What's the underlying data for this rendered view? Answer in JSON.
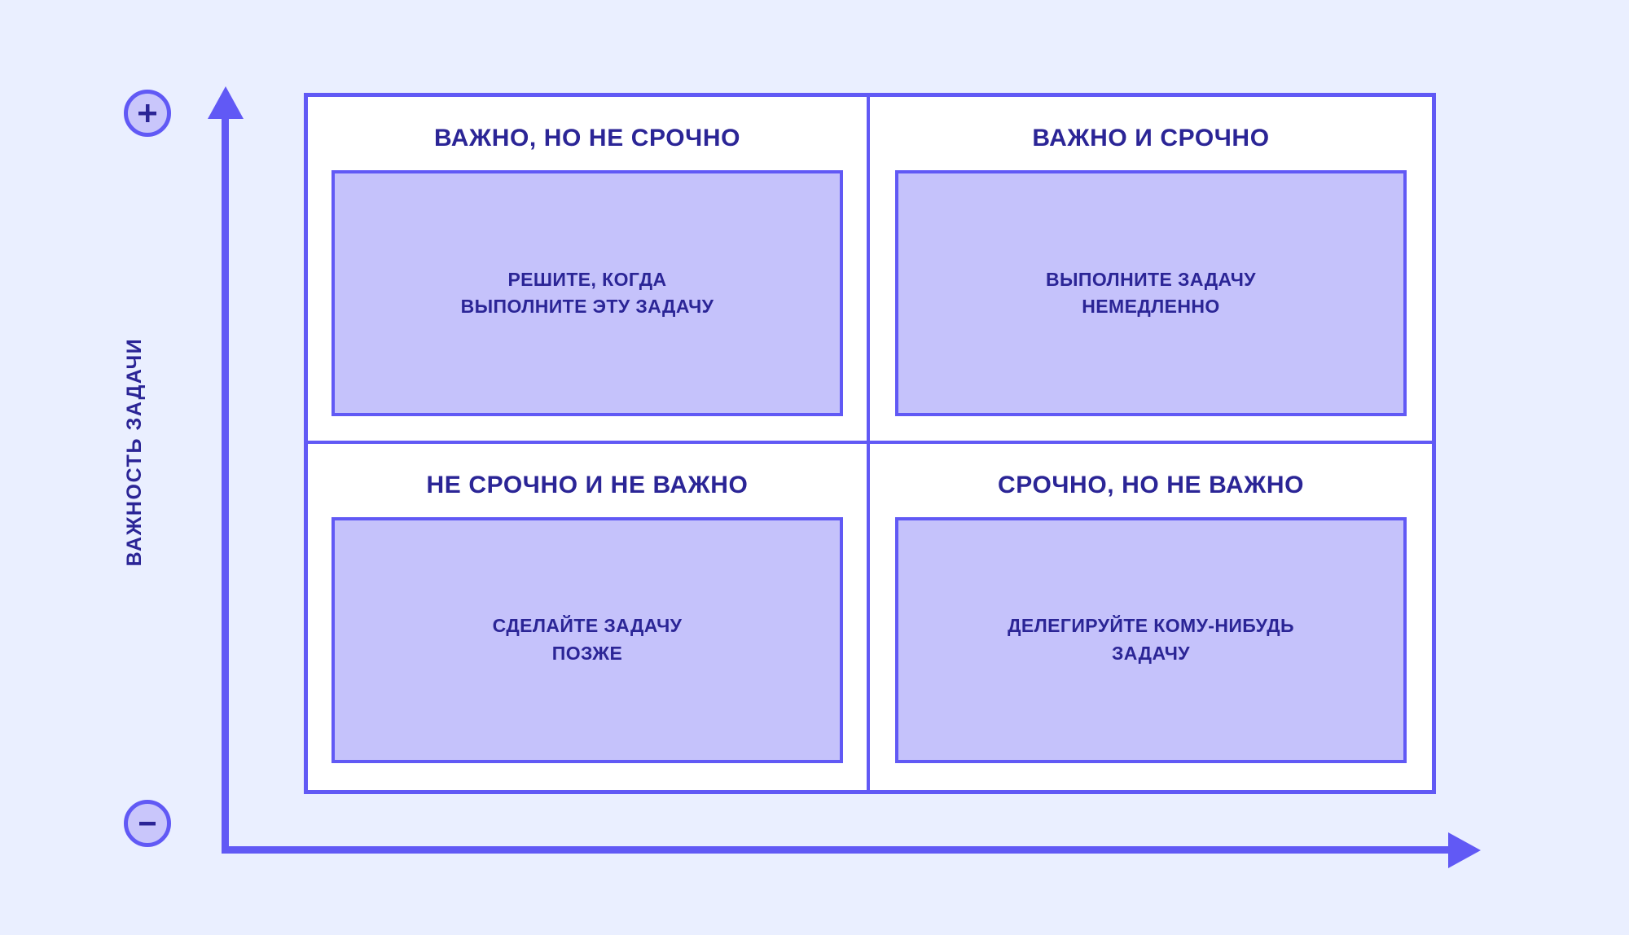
{
  "theme": {
    "background": "#eaefff",
    "accent": "#6159f5",
    "card_fill": "#c5c2fb",
    "badge_fill": "#c9c6fb",
    "text": "#2b2596"
  },
  "axes": {
    "y_label": "ВАЖНОСТЬ ЗАДАЧИ",
    "y_arrow_icon": "arrow-up-icon",
    "x_arrow_icon": "arrow-right-icon",
    "high_badge": {
      "icon": "plus-icon",
      "symbol": "+"
    },
    "low_badge": {
      "icon": "minus-icon",
      "symbol": "−"
    }
  },
  "matrix": {
    "quadrants": [
      {
        "position": "top-left",
        "title": "ВАЖНО, НО НЕ СРОЧНО",
        "action": "РЕШИТЕ, КОГДА\nВЫПОЛНИТЕ ЭТУ ЗАДАЧУ"
      },
      {
        "position": "top-right",
        "title": "ВАЖНО И СРОЧНО",
        "action": "ВЫПОЛНИТЕ ЗАДАЧУ\nНЕМЕДЛЕННО"
      },
      {
        "position": "bottom-left",
        "title": "НЕ СРОЧНО И НЕ ВАЖНО",
        "action": "СДЕЛАЙТЕ ЗАДАЧУ\nПОЗЖЕ"
      },
      {
        "position": "bottom-right",
        "title": "СРОЧНО, НО НЕ ВАЖНО",
        "action": "ДЕЛЕГИРУЙТЕ КОМУ-НИБУДЬ\nЗАДАЧУ"
      }
    ]
  }
}
